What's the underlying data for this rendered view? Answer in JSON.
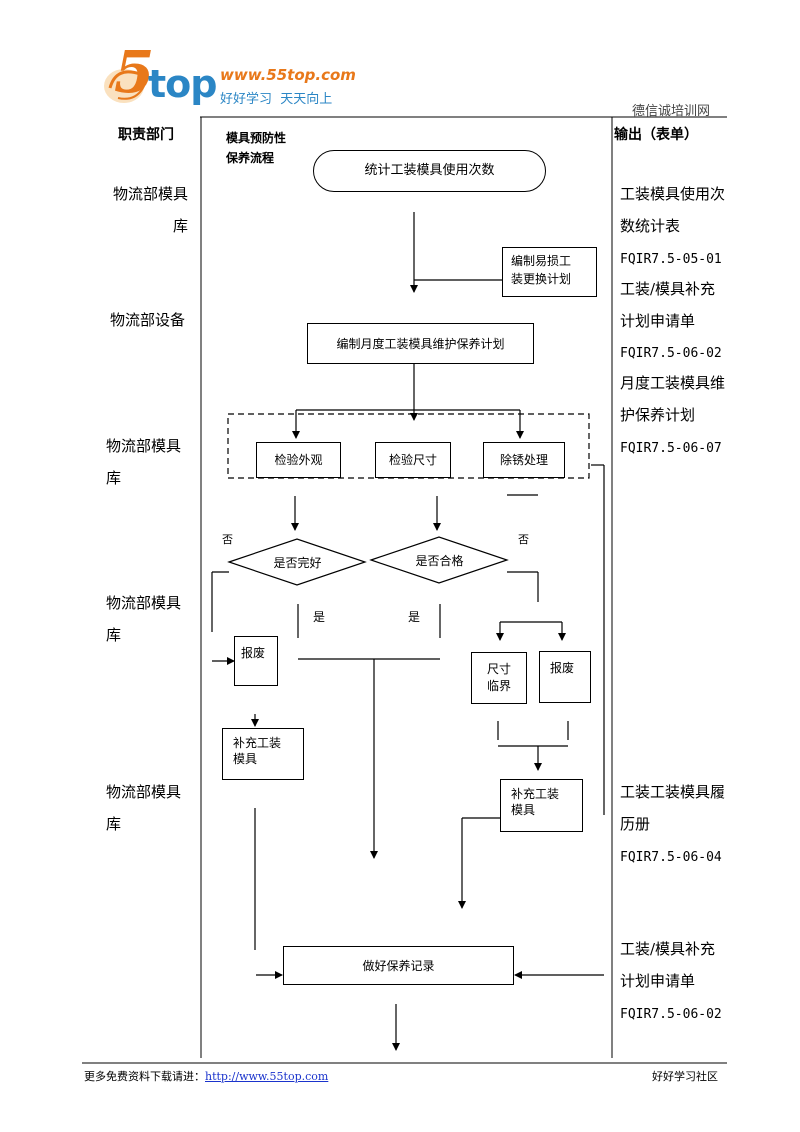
{
  "header": {
    "logo_five": "5",
    "logo_top": "top",
    "logo_url": "www.55top.com",
    "logo_slogan": "好好学习  天天向上",
    "site_name": "德信诚培训网"
  },
  "columns": {
    "dept": "职责部门",
    "flow": "模具预防性\n保养流程",
    "output": "输出（表单）"
  },
  "departments": [
    "物流部模具\n库",
    "物流部设备",
    "物流部模具\n库",
    "物流部模具\n库",
    "物流部模具\n库"
  ],
  "outputs": [
    {
      "text": "工装模具使用次\n数统计表",
      "code": "FQIR7.5-05-01"
    },
    {
      "text": "工装/模具补充\n计划申请单",
      "code": "FQIR7.5-06-02"
    },
    {
      "text": "月度工装模具维\n护保养计划",
      "code": "FQIR7.5-06-07"
    },
    {
      "text": "工装工装模具履\n历册",
      "code": "FQIR7.5-06-04"
    },
    {
      "text": "工装/模具补充\n计划申请单",
      "code": "FQIR7.5-06-02"
    }
  ],
  "flow": {
    "start": "统计工装模具使用次数",
    "spare_plan": "编制易损工\n装更换计划",
    "monthly_plan": "编制月度工装模具维护保养计划",
    "check_look": "检验外观",
    "check_size": "检验尺寸",
    "derust": "除锈处理",
    "decision_intact": "是否完好",
    "decision_pass": "是否合格",
    "no_left": "否",
    "no_right": "否",
    "yes_left": "是",
    "yes_right": "是",
    "scrap_left": "报废",
    "size_critical": "尺寸\n临界",
    "scrap_right": "报废",
    "replenish_left": "补充工装\n模具",
    "replenish_right": "补充工装\n模具",
    "record": "做好保养记录"
  },
  "footer": {
    "prefix": "更多免费资料下载请进：",
    "link": "http://www.55top.com",
    "right": "好好学习社区"
  }
}
